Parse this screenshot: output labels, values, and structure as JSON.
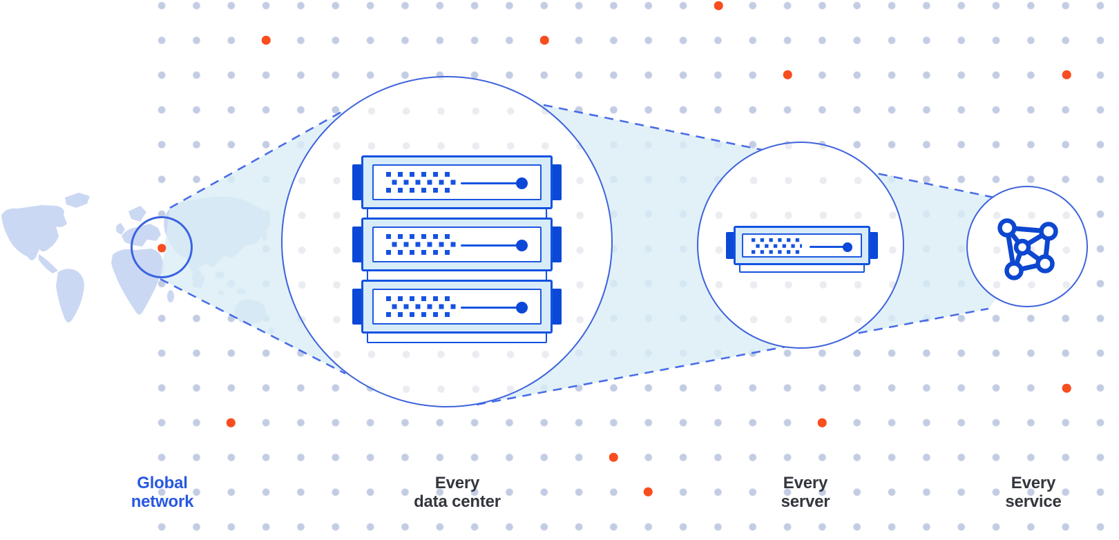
{
  "diagram": {
    "description": "Global network funnel diagram",
    "stages": [
      {
        "id": "global-network",
        "line1": "Global",
        "line2": "network",
        "label_color": "#2758e0",
        "icon": "world-map-highlight-circle"
      },
      {
        "id": "every-data-center",
        "line1": "Every",
        "line2": "data center",
        "label_color": "#33363c",
        "icon": "server-rack-3-units"
      },
      {
        "id": "every-server",
        "line1": "Every",
        "line2": "server",
        "label_color": "#33363c",
        "icon": "server-single-unit"
      },
      {
        "id": "every-service",
        "line1": "Every",
        "line2": "service",
        "label_color": "#33363c",
        "icon": "network-mesh"
      }
    ],
    "colors": {
      "accent_orange": "#f84d1f",
      "circle_stroke": "#3e63dc",
      "dashed_line": "#4a6ce8",
      "funnel_fill": "#daeef5",
      "server_blue": "#1352e0",
      "server_fill": "#d7ecf8",
      "map_fill": "#cbd8f3",
      "grid_dot": "#9daccd"
    }
  }
}
